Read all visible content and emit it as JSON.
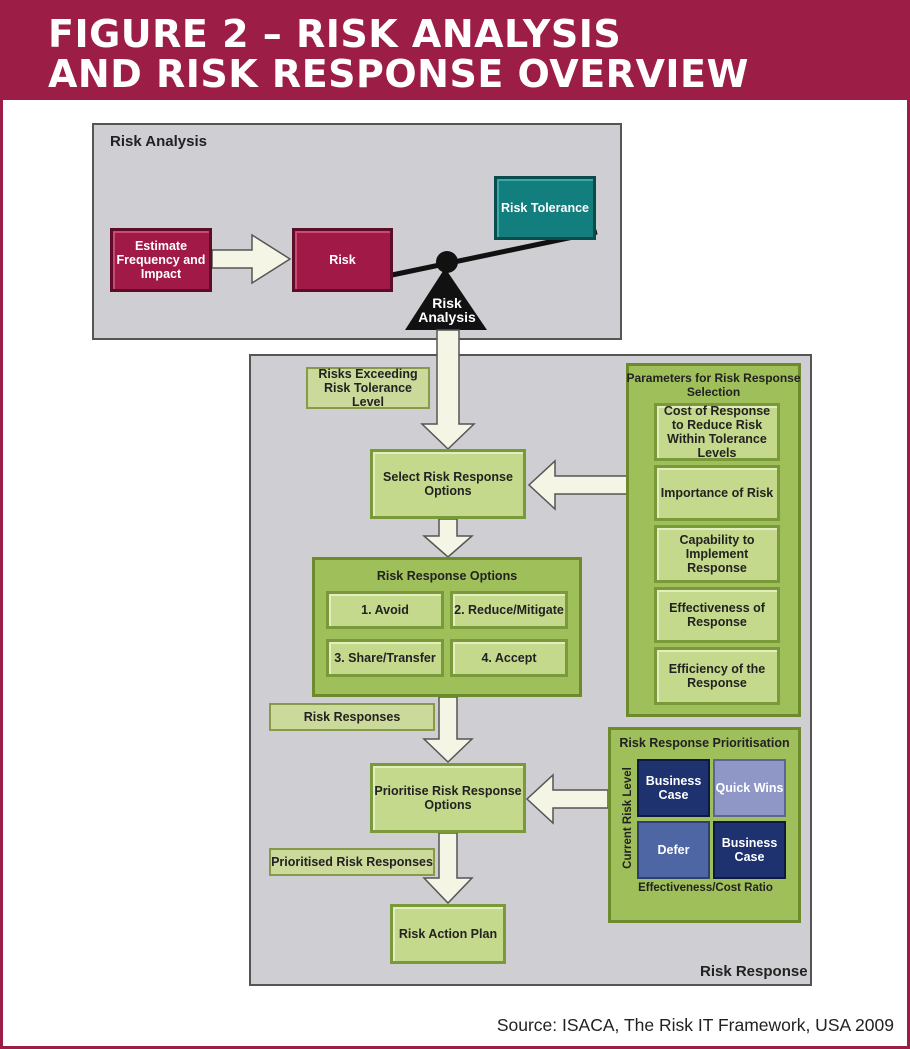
{
  "title": {
    "line1": "FIGURE 2 – RISK ANALYSIS",
    "line2": "AND RISK RESPONSE OVERVIEW"
  },
  "risk_analysis": {
    "panel_label": "Risk Analysis",
    "estimate": "Estimate Frequency and Impact",
    "risk": "Risk",
    "tolerance": "Risk Tolerance",
    "scale_label_1": "Risk",
    "scale_label_2": "Analysis"
  },
  "risk_response": {
    "panel_label": "Risk Response",
    "exceeding": "Risks Exceeding Risk Tolerance Level",
    "select": "Select Risk Response Options",
    "options_title": "Risk Response Options",
    "options": [
      "1. Avoid",
      "2. Reduce/Mitigate",
      "3. Share/Transfer",
      "4. Accept"
    ],
    "responses": "Risk Responses",
    "prioritise": "Prioritise Risk Response Options",
    "prioritised": "Prioritised Risk Responses",
    "action_plan": "Risk Action Plan"
  },
  "parameters": {
    "title": "Parameters for Risk Response Selection",
    "items": [
      "Cost of Response to Reduce Risk Within Tolerance Levels",
      "Importance of Risk",
      "Capability to Implement Response",
      "Effectiveness of Response",
      "Efficiency of the Response"
    ]
  },
  "prioritisation": {
    "title": "Risk Response Prioritisation",
    "y_axis": "Current Risk Level",
    "x_axis": "Effectiveness/Cost Ratio",
    "cells": [
      "Business Case",
      "Quick Wins",
      "Defer",
      "Business Case"
    ]
  },
  "source": "Source: ISACA, The Risk IT Framework, USA 2009",
  "colors": {
    "header": "#9c1d45",
    "risk_red": "#a11a47",
    "teal": "#127e7e",
    "green": "#c5d98c",
    "navy": "#1e3270"
  }
}
